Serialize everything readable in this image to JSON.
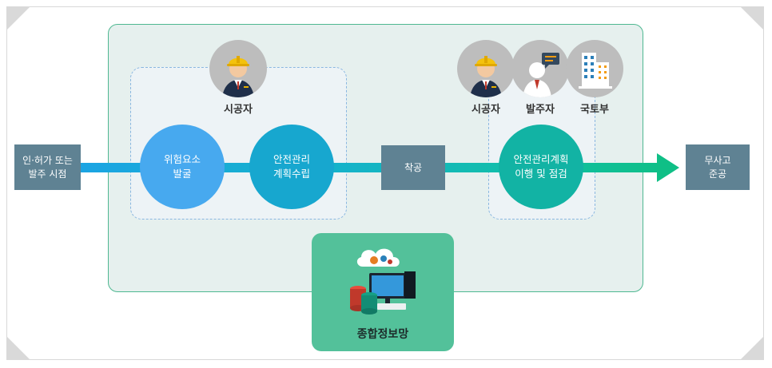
{
  "flow": {
    "start_box": "인·허가 또는\n발주 시점",
    "risk_circle": "위험요소\n발굴",
    "plan_circle": "안전관리\n계획수립",
    "start_work_box": "착공",
    "check_circle": "안전관리계획\n이행 및 점검",
    "end_box": "무사고\n준공"
  },
  "roles": {
    "contractor_left": "시공자",
    "contractor_right": "시공자",
    "client": "발주자",
    "ministry": "국토부"
  },
  "info_network": {
    "label": "종합정보망"
  },
  "icons": {
    "contractor": "construction-worker-icon",
    "client": "business-person-chat-icon",
    "ministry": "building-icon",
    "network": "cloud-computer-database-icon"
  },
  "colors": {
    "panel_border": "#4fb891",
    "flow_start": "#1ba4e3",
    "flow_end": "#0fbf86",
    "box": "#5f8293",
    "info_card": "#53c19a"
  }
}
